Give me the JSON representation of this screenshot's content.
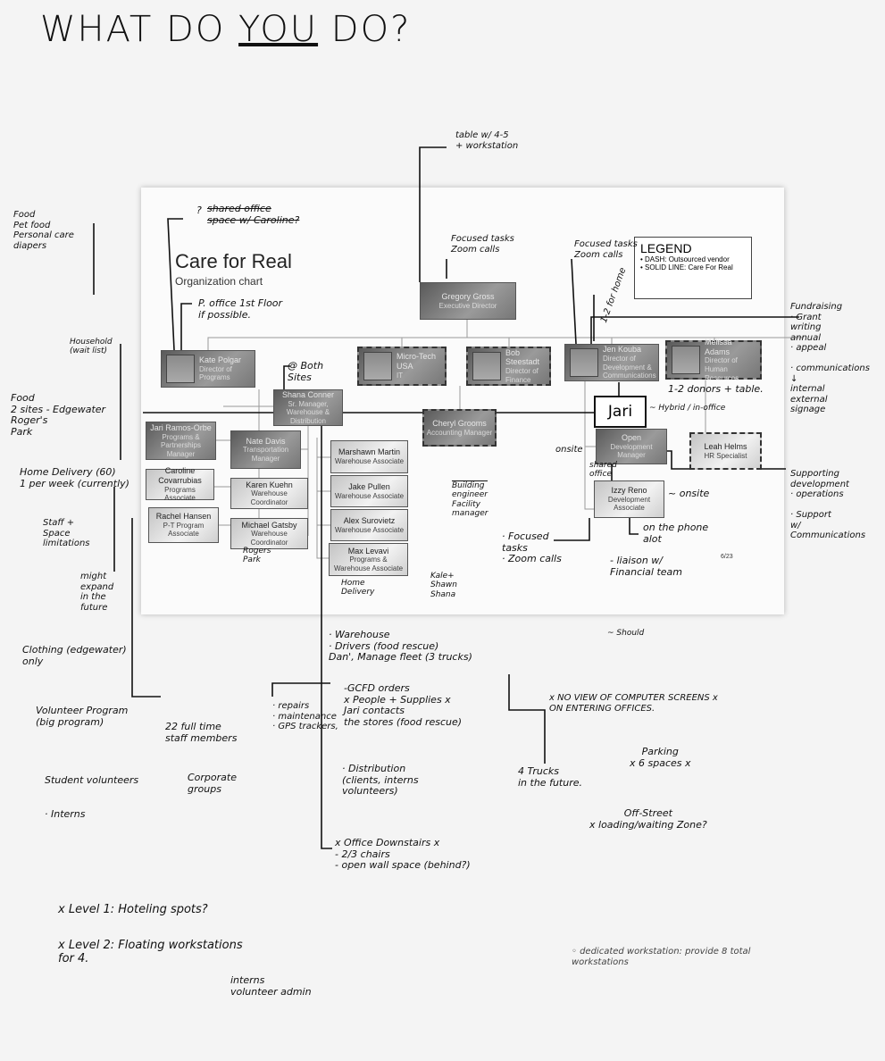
{
  "heading": {
    "pre": "WHAT DO ",
    "emph": "YOU",
    "post": " DO?"
  },
  "chart": {
    "title": "Care for Real",
    "subtitle": "Organization chart",
    "legend": {
      "title": "LEGEND",
      "items": [
        "DASH: Outsourced vendor",
        "SOLID LINE: Care For Real"
      ]
    },
    "page": "6/23",
    "people": {
      "gregory": {
        "name": "Gregory Gross",
        "role": "Executive Director"
      },
      "kate": {
        "name": "Kate Polgar",
        "role": "Director of Programs"
      },
      "microtech": {
        "name": "Micro-Tech USA",
        "role": "IT"
      },
      "bob": {
        "name": "Bob Steestadt",
        "role": "Director of Finance"
      },
      "jen": {
        "name": "Jen Kouba",
        "role": "Director of Development & Communications"
      },
      "melissa": {
        "name": "Melissa Adams",
        "role": "Director of Human Resources"
      },
      "shana": {
        "name": "Shana Conner",
        "role": "Sr. Manager, Warehouse & Distribution"
      },
      "cheryl": {
        "name": "Cheryl Grooms",
        "role": "Accounting Manager"
      },
      "open": {
        "name": "Open",
        "role": "Development Manager"
      },
      "leah": {
        "name": "Leah Helms",
        "role": "HR Specialist"
      },
      "izzy": {
        "name": "Izzy Reno",
        "role": "Development Associate"
      },
      "jari": {
        "name": "Jari Ramos-Orbe",
        "role": "Programs & Partnerships Manager"
      },
      "caroline": {
        "name": "Caroline Covarrubias",
        "role": "Programs Associate"
      },
      "rachel": {
        "name": "Rachel Hansen",
        "role": "P-T Program Associate"
      },
      "nate": {
        "name": "Nate Davis",
        "role": "Transportation Manager"
      },
      "karen": {
        "name": "Karen Kuehn",
        "role": "Warehouse Coordinator"
      },
      "michael": {
        "name": "Michael Gatsby",
        "role": "Warehouse Coordinator"
      },
      "marshawn": {
        "name": "Marshawn Martin",
        "role": "Warehouse Associate"
      },
      "jake": {
        "name": "Jake Pullen",
        "role": "Warehouse Associate"
      },
      "alex": {
        "name": "Alex Surovietz",
        "role": "Warehouse Associate"
      },
      "max": {
        "name": "Max Levavi",
        "role": "Programs & Warehouse Associate"
      }
    }
  },
  "notes": {
    "table": "table w/ 4-5\n+ workstation",
    "shared": "shared office\nspace w/ Caroline?",
    "shared_q": "?",
    "poffice": "P. office 1st Floor\nif possible.",
    "focused1": "Focused tasks\nZoom calls",
    "focused2": "Focused tasks\nZoom calls",
    "forhome": "1-2 for home",
    "bothsites": "@ Both\nSites",
    "jari_box": "Jari",
    "hybrid": "~ Hybrid / in-office",
    "donors": "1-2 donors + table.",
    "fundraising": "Fundraising\n· Grant\n  writing\n  annual\n· appeal\n\n· communications\n     ↓\n   internal\n   external\n   signage",
    "supporting": "Supporting\ndevelopment\n· operations\n\n· Support\n  w/\nCommunications",
    "onsite1": "onsite",
    "sharedoffice": "shared\noffice",
    "onsite2": "~ onsite",
    "building": "Building\nengineer\nFacility\nmanager",
    "focused3": "· Focused\n  tasks\n· Zoom calls",
    "phone": "on the phone\nalot",
    "liaison": "- liaison w/\nFinancial team",
    "rogers": "Rogers\nPark",
    "homedel": "Home\nDelivery",
    "kale": "Kale+\nShawn\nShana",
    "food_top": "Food\nPet food\nPersonal care\ndiapers",
    "household": "Household\n(wait list)",
    "food_sites": "Food\n2 sites - Edgewater\n              Roger's\n              Park",
    "homedelivery": "Home Delivery (60)\n1 per week (currently)",
    "staff": "Staff +\nSpace\nlimitations",
    "expand": "might\nexpand\nin the\nfuture",
    "clothing": "Clothing (edgewater)\n           only",
    "volunteer": "Volunteer Program\n(big program)",
    "fulltime": "22 full time\nstaff members",
    "students": "Student volunteers",
    "corporate": "Corporate\ngroups",
    "interns": "· Interns",
    "warehouse": "· Warehouse\n· Drivers (food rescue)\nDan', Manage fleet (3 trucks)",
    "repairs": "· repairs\n· maintenance\n· GPS trackers,",
    "gcfd": "-GCFD orders\nx People + Supplies x\nJari contacts\n     the stores (food rescue)",
    "distribution": "· Distribution\n(clients, interns\n volunteers)",
    "office_down": "x Office Downstairs x\n - 2/3 chairs\n - open wall space (behind?)",
    "trucks": "4 Trucks\nin the future.",
    "noview": "x NO VIEW OF COMPUTER SCREENS x\n   ON ENTERING OFFICES.",
    "parking": "Parking\nx   6 spaces   x",
    "offstreet": "Off-Street\nx loading/waiting Zone?",
    "should": "~ Should",
    "level1": "x  Level 1:  Hoteling spots?",
    "level2": "x  Level 2:   Floating workstations\n                               for 4.",
    "level2_sub": "interns\nvolunteer admin",
    "dedicated": "◦ dedicated workstation: provide 8 total\n                                              workstations"
  }
}
